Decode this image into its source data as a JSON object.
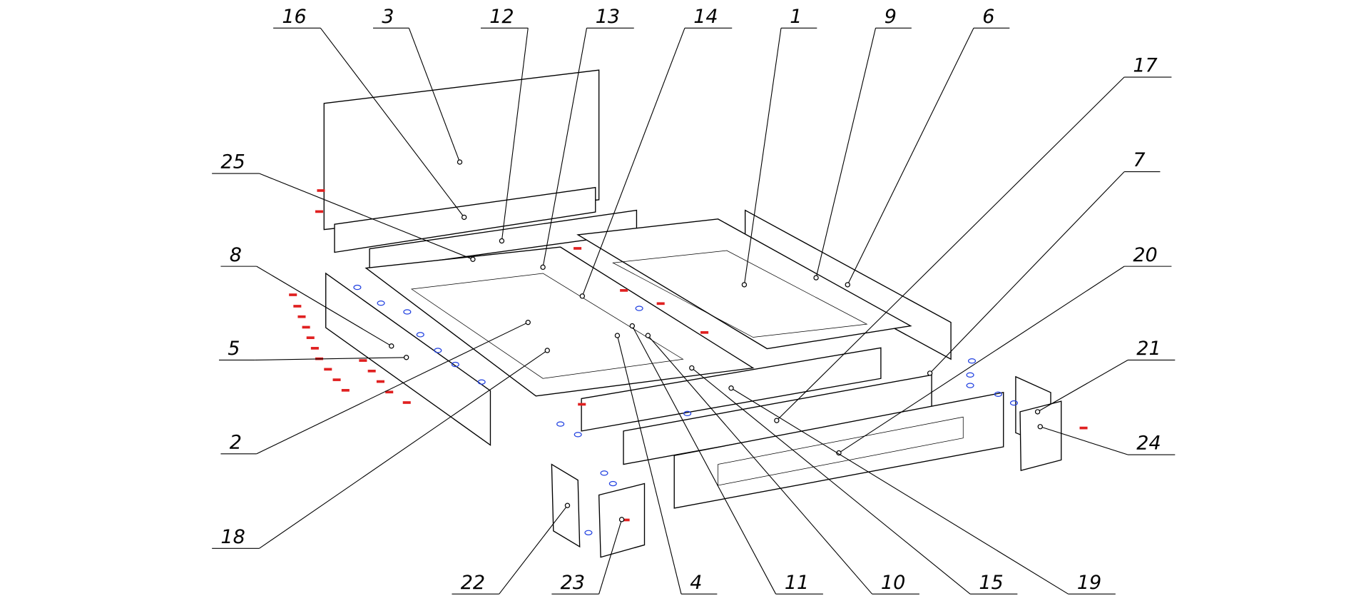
{
  "diagram": {
    "type": "exploded-assembly-drawing",
    "callouts": [
      "16",
      "3",
      "12",
      "13",
      "14",
      "1",
      "9",
      "6",
      "17",
      "7",
      "20",
      "21",
      "24",
      "25",
      "8",
      "5",
      "2",
      "18",
      "22",
      "23",
      "4",
      "11",
      "10",
      "15",
      "19"
    ]
  },
  "colors": {
    "line": "#000000",
    "fastener_red": "#e02020",
    "fastener_blue": "#2040e0",
    "fastener_lightblue": "#3090ff"
  }
}
